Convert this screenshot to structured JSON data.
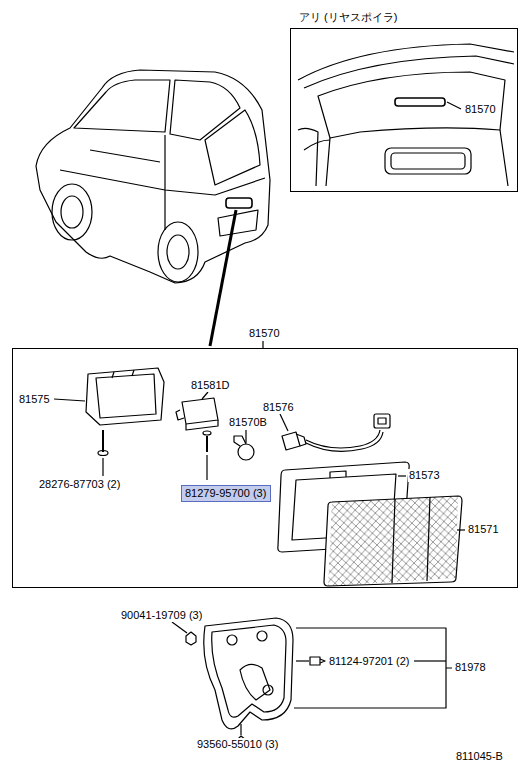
{
  "diagram": {
    "nodes": [
      {
        "text": [
          "アリ (リヤスポイラ)",
          "81570"
        ]
      },
      {
        "text": [
          "81570"
        ]
      },
      {
        "text": [
          "81279-95700 (3)"
        ],
        "in": 1
      }
    ],
    "labels": [
      "81575",
      "81581D",
      "81570B",
      "81576",
      "28276-87703 (2)",
      "81573",
      "81571",
      "90041-19709 (3)",
      "81978",
      "81124-97201 (2)",
      "93560-55010 (3)",
      "811045-B"
    ]
  }
}
